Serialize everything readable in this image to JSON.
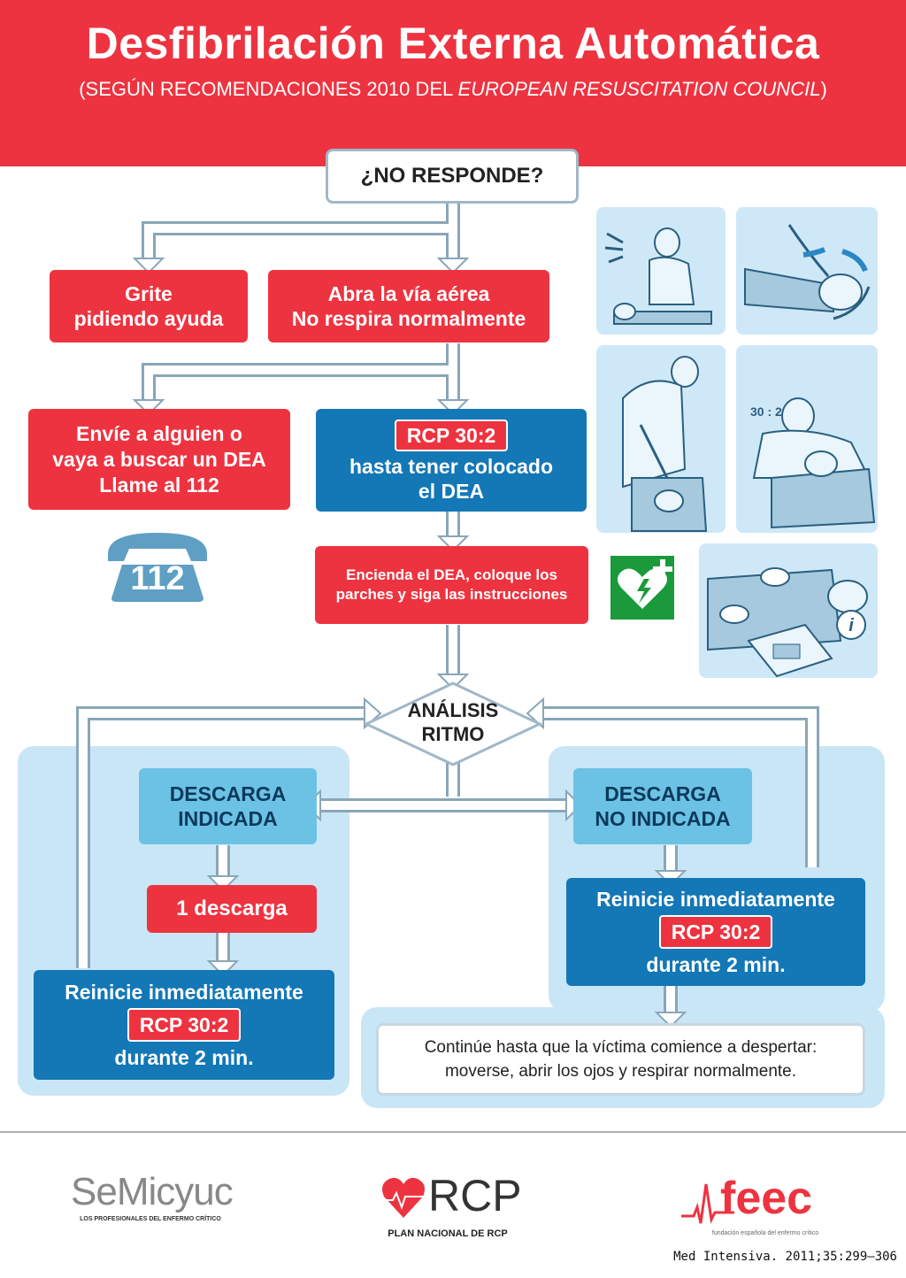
{
  "header": {
    "title": "Desfibrilación Externa Automática",
    "subtitle_prefix": "(SEGÚN RECOMENDACIONES 2010 DEL ",
    "subtitle_italic": "EUROPEAN RESUSCITATION COUNCIL",
    "subtitle_suffix": ")"
  },
  "flow": {
    "no_responde": "¿NO RESPONDE?",
    "grite_1": "Grite",
    "grite_2": "pidiendo ayuda",
    "abra_1": "Abra la vía aérea",
    "abra_2": "No respira normalmente",
    "envie_1": "Envíe a alguien o",
    "envie_2": "vaya a buscar un DEA",
    "envie_3": "Llame al 112",
    "phone_number": "112",
    "rcp_badge": "RCP 30:2",
    "rcp_1": "hasta tener colocado",
    "rcp_2": "el DEA",
    "encienda_1": "Encienda el DEA, coloque los",
    "encienda_2": "parches y siga las instrucciones",
    "analisis_1": "ANÁLISIS",
    "analisis_2": "RITMO",
    "descarga_ind_1": "DESCARGA",
    "descarga_ind_2": "INDICADA",
    "descarga_no_1": "DESCARGA",
    "descarga_no_2": "NO INDICADA",
    "una_descarga": "1 descarga",
    "reinicie": "Reinicie inmediatamente",
    "durante": "durante 2 min.",
    "continue_1": "Continúe hasta que la víctima comience a despertar:",
    "continue_2": "moverse, abrir los ojos y respirar normalmente.",
    "ratio_label": "30 : 2",
    "info_symbol": "i"
  },
  "logos": {
    "semicyuc": "SeMicyuc",
    "semicyuc_tagline": "LOS PROFESIONALES DEL ENFERMO CRÍTICO",
    "rcp": "RCP",
    "rcp_tagline": "PLAN NACIONAL DE RCP",
    "feec": "feec",
    "feec_tagline": "fundación española del enfermo crítico"
  },
  "citation": "Med Intensiva. 2011;35:299–306",
  "colors": {
    "red": "#ee3340",
    "blue": "#1477b6",
    "light_blue": "#6cc2e4",
    "panel": "#c9e6f6",
    "green_aed": "#1a9a3a"
  }
}
